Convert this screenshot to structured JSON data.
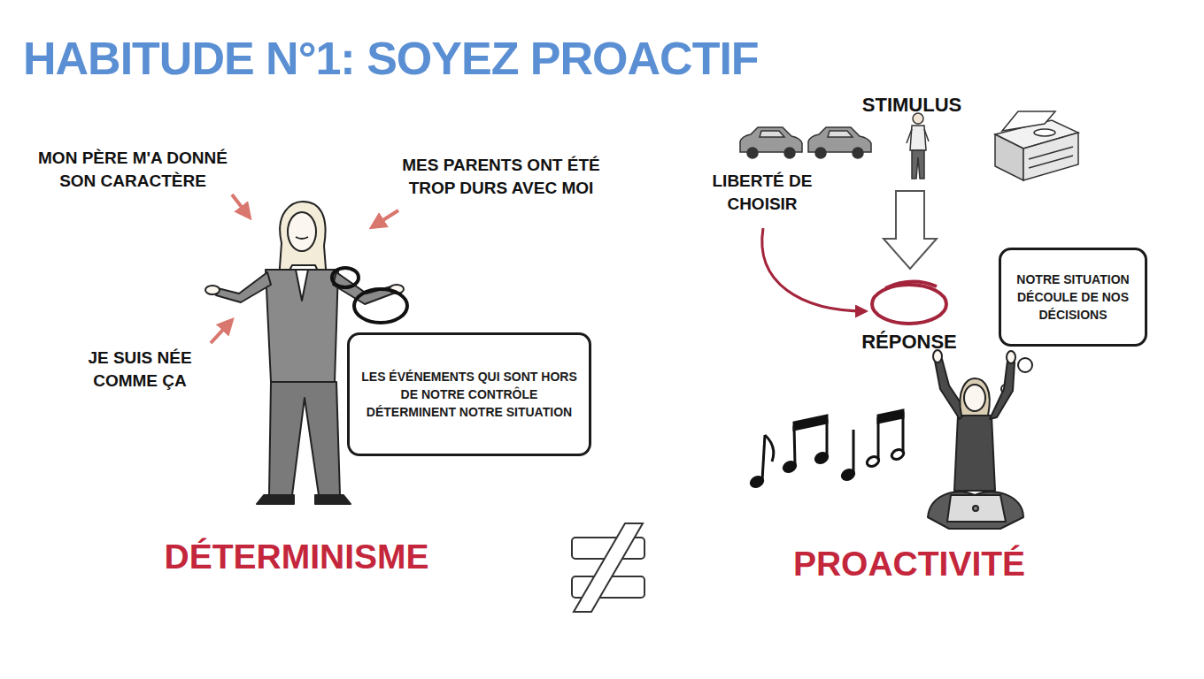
{
  "diagram": {
    "title": "HABITUDE N°1: SOYEZ PROACTIF",
    "nodes": [
      {
        "text": [
          "LES ÉVÉNEMENTS QUI SONT HORS DE NOTRE CONTRÔLE DÉTERMINENT NOTRE SITUATION"
        ]
      },
      {
        "text": [
          "NOTRE SITUATION DÉCOULE DE NOS DÉCISIONS"
        ]
      }
    ],
    "labels": [
      "MON PÈRE M'A DONNÉ SON CARACTÈRE",
      "MES PARENTS ONT ÉTÉ TROP DURS AVEC MOI",
      "JE SUIS NÉE COMME ÇA",
      "DÉTERMINISME",
      "STIMULUS",
      "LIBERTÉ DE CHOISIR",
      "RÉPONSE",
      "PROACTIVITÉ"
    ]
  }
}
